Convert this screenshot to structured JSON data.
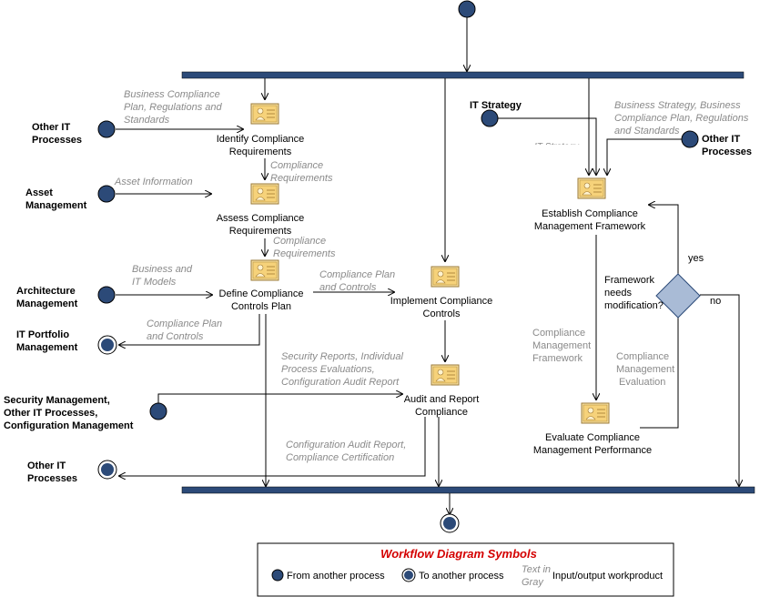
{
  "colors": {
    "bar": "#2c4a78",
    "node": "#2c4a78",
    "diamond": "#a9bbd6",
    "icon": "#f6d27a",
    "legend_title": "#d40000",
    "gray_text": "#8a8a8a"
  },
  "processes": {
    "identify": [
      "Identify Compliance",
      "Requirements"
    ],
    "assess": [
      "Assess Compliance",
      "Requirements"
    ],
    "define": [
      "Define Compliance",
      "Controls Plan"
    ],
    "implement": [
      "Implement Compliance",
      "Controls"
    ],
    "audit": [
      "Audit and Report",
      "Compliance"
    ],
    "establish": [
      "Establish Compliance",
      "Management Framework"
    ],
    "evaluate": [
      "Evaluate Compliance",
      "Management Performance"
    ]
  },
  "decision": {
    "question": [
      "Framework",
      "needs",
      "modification?"
    ],
    "yes": "yes",
    "no": "no"
  },
  "external": {
    "other_it_1": [
      "Other IT",
      "Processes"
    ],
    "asset_mgmt": [
      "Asset",
      "Management"
    ],
    "arch_mgmt": [
      "Architecture",
      "Management"
    ],
    "it_portfolio": [
      "IT Portfolio",
      "Management"
    ],
    "security": [
      "Security Management,",
      "Other IT Processes,",
      "Configuration Management"
    ],
    "other_it_out": [
      "Other IT",
      "Processes"
    ],
    "it_strategy": "IT Strategy",
    "other_it_right": [
      "Other IT",
      "Processes"
    ]
  },
  "workproducts": {
    "business_compliance": [
      "Business Compliance",
      "Plan, Regulations and",
      "Standards"
    ],
    "compliance_req_1": [
      "Compliance",
      "Requirements"
    ],
    "asset_info": "Asset Information",
    "compliance_req_2": [
      "Compliance",
      "Requirements"
    ],
    "business_it": [
      "Business and",
      "IT Models"
    ],
    "plan_controls_1": [
      "Compliance Plan",
      "and  Controls"
    ],
    "plan_controls_2": [
      "Compliance Plan",
      "and Controls"
    ],
    "security_reports": [
      "Security Reports, Individual",
      "Process Evaluations,",
      "Configuration Audit Report"
    ],
    "config_audit": [
      "Configuration Audit Report,",
      "Compliance Certification"
    ],
    "business_strategy": [
      "Business Strategy, Business",
      "Compliance Plan, Regulations",
      "and Standards"
    ],
    "it_strategy_partial": "IT Strategy",
    "framework": [
      "Compliance",
      "Management",
      "Framework"
    ],
    "evaluation": [
      "Compliance",
      "Management",
      "Evaluation"
    ]
  },
  "legend": {
    "title": "Workflow Diagram Symbols",
    "from": "From another process",
    "to": "To another process",
    "text_in_gray": [
      "Text in",
      "Gray"
    ],
    "io": "Input/output workproduct"
  }
}
